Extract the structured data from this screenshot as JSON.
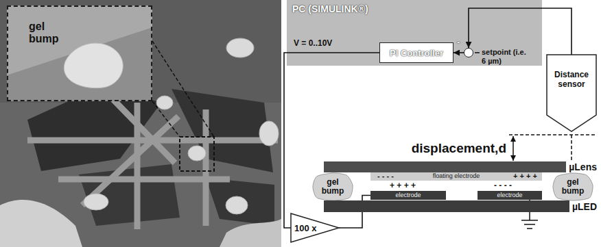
{
  "diagram": {
    "nodes": [
      {
        "text": [
          "gel bump"
        ]
      },
      {
        "text": [
          "PC (SIMULINK®)"
        ]
      },
      {
        "text": [
          "PI Controller"
        ],
        "in": 1
      },
      {
        "text": [
          "-"
        ],
        "in": 1
      },
      {
        "text": [
          "Distance sensor"
        ]
      },
      {
        "text": [
          "100 x"
        ]
      },
      {
        "text": [
          "µLens"
        ]
      },
      {
        "text": [
          "floating electrode"
        ]
      },
      {
        "text": [
          "gel bump"
        ]
      },
      {
        "text": [
          "gel bump"
        ]
      },
      {
        "text": [
          "electrode"
        ]
      },
      {
        "text": [
          "electrode"
        ]
      },
      {
        "text": [
          "µLED"
        ]
      }
    ],
    "edges": [
      {
        "from": 4,
        "to": 3,
        "arrow": "to"
      },
      {
        "from": 3,
        "to": 2,
        "arrow": "to"
      },
      {
        "from": 2,
        "to": 5,
        "arrow": "none",
        "label": "V = 0..10V"
      },
      {
        "from": 5,
        "to": 10,
        "arrow": "none"
      }
    ],
    "labels": [
      "displacement,d",
      "setpoint (i.e. 6 µm)",
      "- - - -",
      "+ + + +",
      "+ + + +",
      "- - - -"
    ]
  }
}
